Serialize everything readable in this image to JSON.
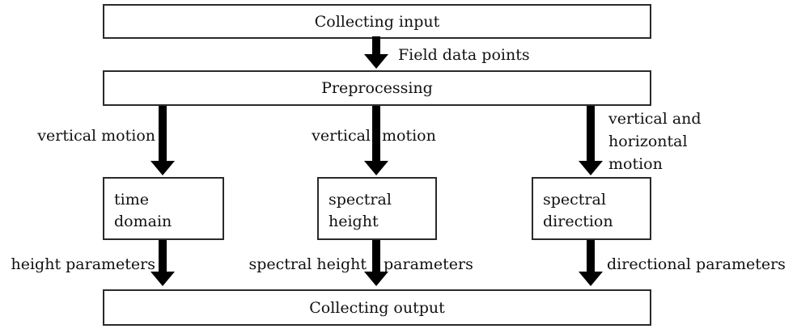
{
  "diagram": {
    "type": "flowchart",
    "background_color": "#ffffff",
    "line_color": "#000000",
    "text_color": "#111111",
    "nodes": {
      "collecting_input": {
        "label": "Collecting input"
      },
      "preprocessing": {
        "label": "Preprocessing"
      },
      "time_domain": {
        "line1": "time",
        "line2": "domain"
      },
      "spectral_height": {
        "line1": "spectral",
        "line2": "height"
      },
      "spectral_direction": {
        "line1": "spectral",
        "line2": "direction"
      },
      "collecting_output": {
        "label": "Collecting output"
      }
    },
    "edge_labels": {
      "field_data_points": "Field data points",
      "vertical_motion_left": "vertical motion",
      "vertical_motion_mid": {
        "before": "vertical",
        "after": "motion"
      },
      "vertical_horizontal_motion": {
        "line1": "vertical and",
        "line2": "horizontal",
        "line3": "motion"
      },
      "height_parameters": "height parameters",
      "spectral_height_parameters": {
        "before": "spectral height",
        "after": "parameters"
      },
      "directional_parameters": "directional parameters"
    },
    "edges": [
      {
        "from": "collecting_input",
        "to": "preprocessing",
        "label": "Field data points"
      },
      {
        "from": "preprocessing",
        "to": "time_domain",
        "label": "vertical motion"
      },
      {
        "from": "preprocessing",
        "to": "spectral_height",
        "label": "vertical motion"
      },
      {
        "from": "preprocessing",
        "to": "spectral_direction",
        "label": "vertical and horizontal motion"
      },
      {
        "from": "time_domain",
        "to": "collecting_output",
        "label": "height parameters"
      },
      {
        "from": "spectral_height",
        "to": "collecting_output",
        "label": "spectral height parameters"
      },
      {
        "from": "spectral_direction",
        "to": "collecting_output",
        "label": "directional parameters"
      }
    ]
  }
}
